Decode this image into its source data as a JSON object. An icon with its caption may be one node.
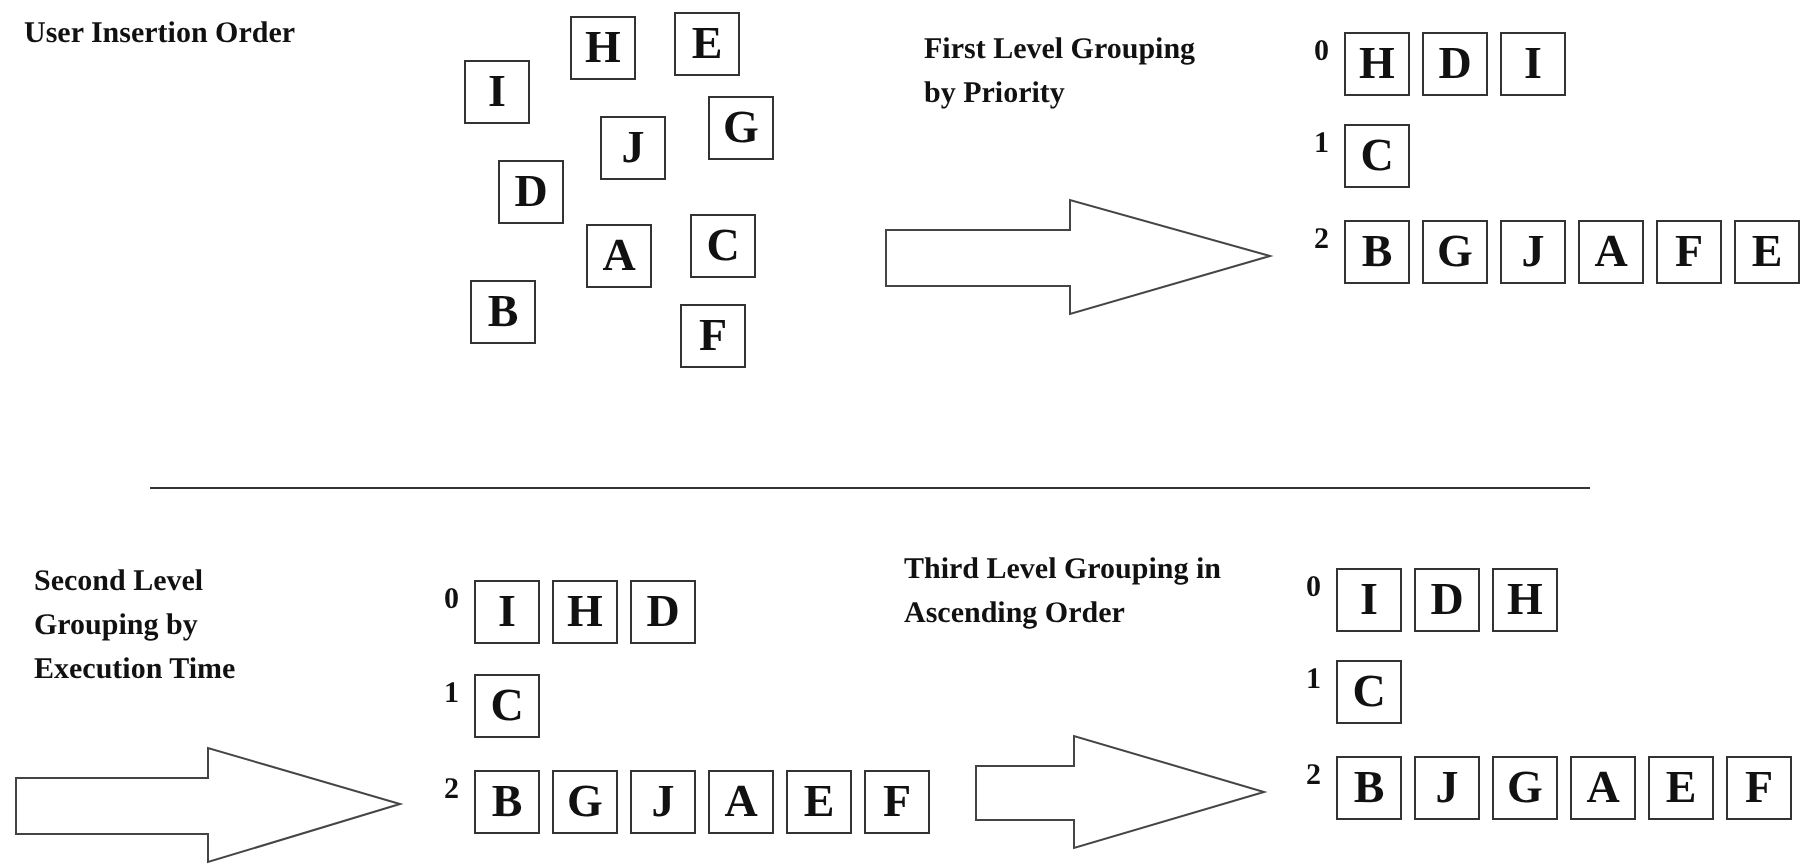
{
  "diagram": {
    "nodes": [
      {
        "text": [
          "E"
        ]
      },
      {
        "text": [
          "H"
        ]
      },
      {
        "text": [
          "I"
        ]
      },
      {
        "text": [
          "G"
        ]
      },
      {
        "text": [
          "J"
        ]
      },
      {
        "text": [
          "D"
        ]
      },
      {
        "text": [
          "C"
        ]
      },
      {
        "text": [
          "A"
        ]
      },
      {
        "text": [
          "B"
        ]
      },
      {
        "text": [
          "F"
        ]
      },
      {
        "text": [
          "H"
        ]
      },
      {
        "text": [
          "D"
        ]
      },
      {
        "text": [
          "I"
        ]
      },
      {
        "text": [
          "C"
        ]
      },
      {
        "text": [
          "B"
        ]
      },
      {
        "text": [
          "G"
        ]
      },
      {
        "text": [
          "J"
        ]
      },
      {
        "text": [
          "A"
        ]
      },
      {
        "text": [
          "F"
        ]
      },
      {
        "text": [
          "E"
        ]
      },
      {
        "text": [
          "I"
        ]
      },
      {
        "text": [
          "H"
        ]
      },
      {
        "text": [
          "D"
        ]
      },
      {
        "text": [
          "C"
        ]
      },
      {
        "text": [
          "B"
        ]
      },
      {
        "text": [
          "G"
        ]
      },
      {
        "text": [
          "J"
        ]
      },
      {
        "text": [
          "A"
        ]
      },
      {
        "text": [
          "E"
        ]
      },
      {
        "text": [
          "F"
        ]
      },
      {
        "text": [
          "I"
        ]
      },
      {
        "text": [
          "D"
        ]
      },
      {
        "text": [
          "H"
        ]
      },
      {
        "text": [
          "C"
        ]
      },
      {
        "text": [
          "B"
        ]
      },
      {
        "text": [
          "J"
        ]
      },
      {
        "text": [
          "G"
        ]
      },
      {
        "text": [
          "A"
        ]
      },
      {
        "text": [
          "E"
        ]
      },
      {
        "text": [
          "F"
        ]
      }
    ],
    "edges": [],
    "labels": [
      "User Insertion Order",
      "First Level Grouping by Priority",
      "0",
      "1",
      "2",
      "Second Level Grouping by Execution Time",
      "0",
      "1",
      "2",
      "Third Level Grouping in Ascending Order",
      "0",
      "1",
      "2"
    ]
  }
}
